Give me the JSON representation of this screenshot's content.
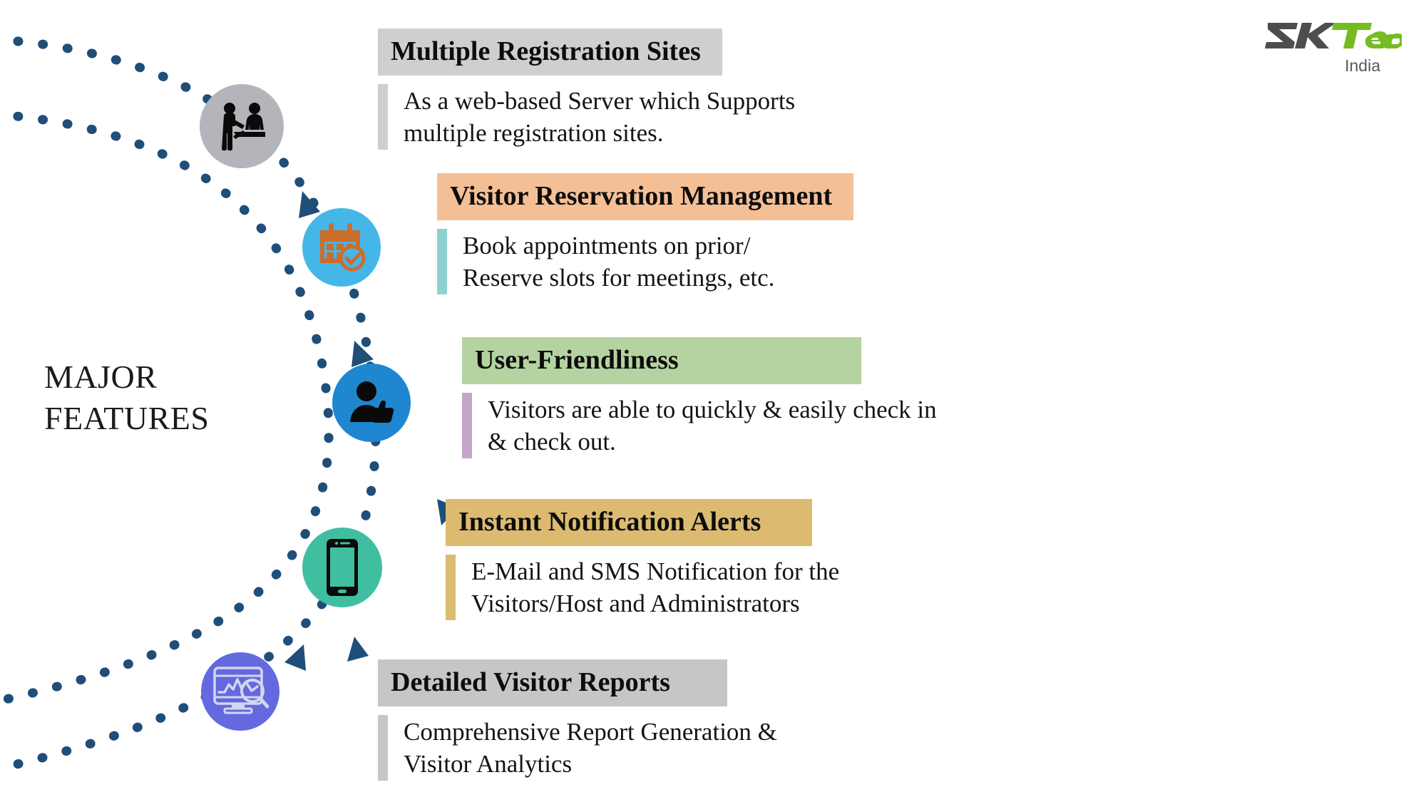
{
  "brand": {
    "logo_zk": "ZK",
    "logo_teco": "Teco",
    "region": "India",
    "gray": "#4d4d4f",
    "green": "#76bc21"
  },
  "left_caption": {
    "line1": "MAJOR",
    "line2": "FEATURES"
  },
  "decor": {
    "arc_color": "#1f4e79",
    "arrow_color": "#1f4e79"
  },
  "features": [
    {
      "title": "Multiple Registration Sites",
      "body": "As a web-based Server which Supports\nmultiple registration sites.",
      "title_bg": "#cfcfcf",
      "accent": "#cfcfcf",
      "icon": "reception-desk-icon",
      "icon_bg": "#b3b5bb"
    },
    {
      "title": "Visitor Reservation Management",
      "body": "Book appointments on prior/\nReserve slots for meetings, etc.",
      "title_bg": "#f5bf96",
      "accent": "#8ed1d1",
      "icon": "calendar-check-icon",
      "icon_bg": "#45b6e8"
    },
    {
      "title": "User-Friendliness",
      "body": "Visitors are able to quickly & easily check in\n& check out.",
      "title_bg": "#b5d3a0",
      "accent": "#c3a6c8",
      "icon": "user-thumbsup-icon",
      "icon_bg": "#1f86d0"
    },
    {
      "title": "Instant Notification Alerts",
      "body": "E-Mail and SMS Notification for the\nVisitors/Host and Administrators",
      "title_bg": "#dcbb71",
      "accent": "#dcbb71",
      "icon": "smartphone-icon",
      "icon_bg": "#3fbfa0"
    },
    {
      "title": "Detailed Visitor Reports",
      "body": "Comprehensive Report Generation &\nVisitor Analytics",
      "title_bg": "#c6c6c6",
      "accent": "#c6c6c6",
      "icon": "report-analytics-icon",
      "icon_bg": "#6469e0"
    }
  ]
}
